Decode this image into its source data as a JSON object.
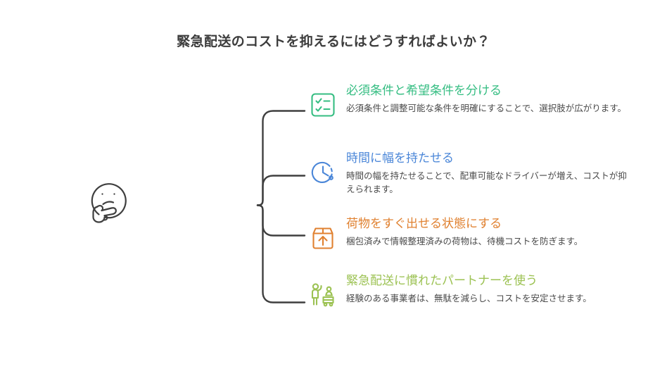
{
  "title": "緊急配送のコストを抑えるにはどうすればよいか？",
  "root": {
    "icon": "thinking-face-icon",
    "label": "思考中"
  },
  "colors": {
    "title": "#3c3c3c",
    "body_text": "#4a4a4a",
    "connector_dark": "#3f3f3f",
    "connector_light": "#a8a8a8",
    "green": "#35bd82",
    "blue": "#4a86d8",
    "orange": "#e08130",
    "lime": "#9cc253",
    "background": "#ffffff"
  },
  "branches": [
    {
      "id": "separate-conditions",
      "icon": "checklist-icon",
      "color": "#35bd82",
      "heading": "必須条件と希望条件を分ける",
      "description": "必須条件と調整可能な条件を明確にすることで、選択肢が広がります。"
    },
    {
      "id": "time-flexibility",
      "icon": "clock-dashed-icon",
      "color": "#4a86d8",
      "heading": "時間に幅を持たせる",
      "description": "時間の幅を持たせることで、配車可能なドライバーが増え、コストが抑えられます。"
    },
    {
      "id": "ready-to-ship",
      "icon": "box-arrow-up-icon",
      "color": "#e08130",
      "heading": "荷物をすぐ出せる状態にする",
      "description": "梱包済みで情報整理済みの荷物は、待機コストを防ぎます。"
    },
    {
      "id": "experienced-partner",
      "icon": "partner-delivery-icon",
      "color": "#9cc253",
      "heading": "緊急配送に慣れたパートナーを使う",
      "description": "経験のある事業者は、無駄を減らし、コストを安定させます。"
    }
  ]
}
